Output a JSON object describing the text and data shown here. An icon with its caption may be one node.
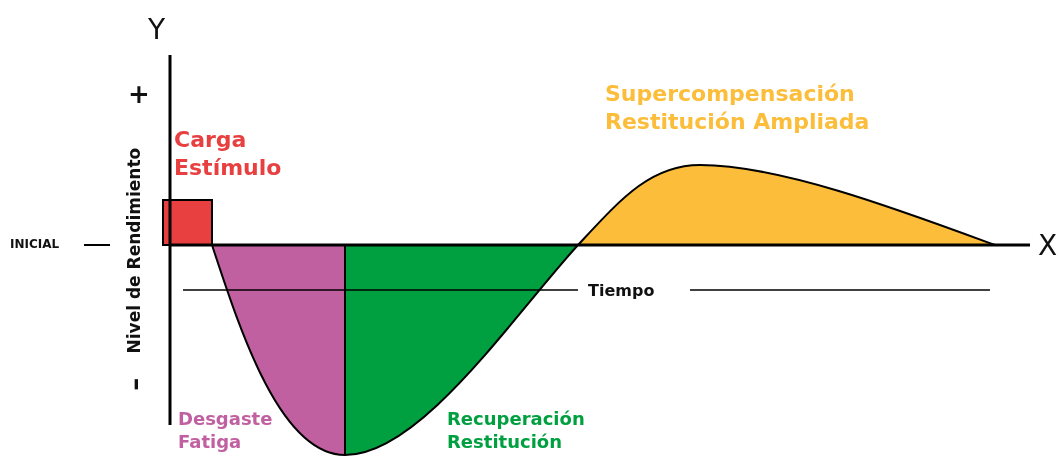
{
  "diagram": {
    "labels": [
      "Y",
      "+",
      "Carga Estímulo",
      "Supercompensación Restitución Ampliada",
      "INICIAL",
      "Nivel de Rendimiento",
      "X",
      "Tiempo",
      "–",
      "Desgaste Fatiga",
      "Recuperación Restitución"
    ]
  }
}
